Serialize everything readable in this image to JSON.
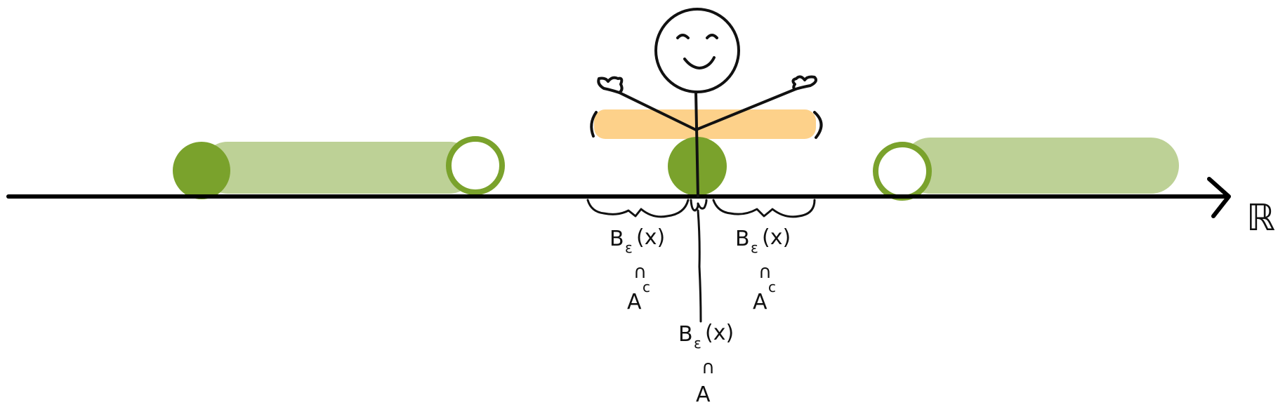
{
  "axis": {
    "label": "ℝ",
    "color": "#000000"
  },
  "colors": {
    "interval_fill": "#bdd196",
    "point_green": "#7aa22c",
    "highlight_band": "#fdd18a",
    "ink": "#111111"
  },
  "labels": {
    "left_ball": {
      "B": "B",
      "eps": "ε",
      "x": "(x)",
      "cap": "∩",
      "A": "A",
      "sup": "c"
    },
    "right_ball": {
      "B": "B",
      "eps": "ε",
      "x": "(x)",
      "cap": "∩",
      "A": "A",
      "sup": "c"
    },
    "center_ball": {
      "B": "B",
      "eps": "ε",
      "x": "(x)",
      "cap": "∩",
      "A": "A"
    }
  },
  "figure": "stick-figure"
}
